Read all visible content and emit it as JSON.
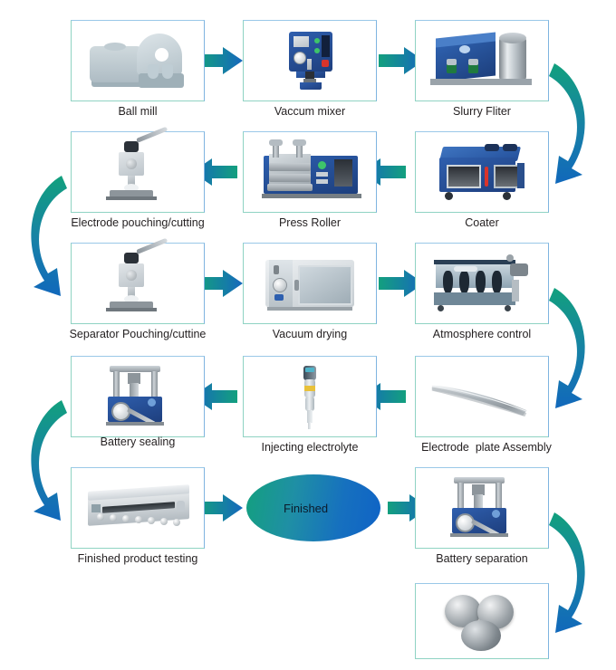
{
  "diagram": {
    "title": "Battery Production Line Process Flow",
    "colors": {
      "arrow_start": "#13a07e",
      "arrow_end": "#1668bd",
      "box_border_green": "#8fd3c3",
      "box_border_blue": "#7fb4e0",
      "label_text": "#231f20",
      "oval_gradient_start": "#13a07e",
      "oval_gradient_end": "#0f63c6"
    },
    "background": "#ffffff"
  },
  "nodes": [
    {
      "id": "ball-mill",
      "label": "Ball mill",
      "row": 1,
      "col": 1,
      "icon": "ball-mill-machine"
    },
    {
      "id": "vaccum-mixer",
      "label": "Vaccum mixer",
      "row": 1,
      "col": 2,
      "icon": "vacuum-mixer-machine"
    },
    {
      "id": "slurry-fliter",
      "label": "Slurry Fliter",
      "row": 1,
      "col": 3,
      "icon": "slurry-filter-machine"
    },
    {
      "id": "coater",
      "label": "Coater",
      "row": 2,
      "col": 3,
      "icon": "coater-machine"
    },
    {
      "id": "press-roller",
      "label": "Press Roller",
      "row": 2,
      "col": 2,
      "icon": "press-roller-machine"
    },
    {
      "id": "electrode-pouching",
      "label": "Electrode pouching/cutting",
      "row": 2,
      "col": 1,
      "icon": "punching-press-machine"
    },
    {
      "id": "separator-pouching",
      "label": "Separator Pouching/cuttine",
      "row": 3,
      "col": 1,
      "icon": "punching-press-machine"
    },
    {
      "id": "vacuum-drying",
      "label": "Vacuum drying",
      "row": 3,
      "col": 2,
      "icon": "vacuum-oven-machine"
    },
    {
      "id": "atmosphere-control",
      "label": "Atmosphere control",
      "row": 3,
      "col": 3,
      "icon": "glovebox-machine"
    },
    {
      "id": "electrode-plate-assembly",
      "label": "Electrode  plate Assembly",
      "row": 4,
      "col": 3,
      "icon": "tweezers"
    },
    {
      "id": "injecting-electrolyte",
      "label": "Injecting electrolyte",
      "row": 4,
      "col": 2,
      "icon": "pipette"
    },
    {
      "id": "battery-sealing",
      "label": "Battery sealing",
      "row": 4,
      "col": 1,
      "icon": "hydraulic-crimper-machine"
    },
    {
      "id": "finished-product-testing",
      "label": "Finished product testing",
      "row": 5,
      "col": 1,
      "icon": "rack-tester"
    },
    {
      "id": "finished",
      "label": "Finished",
      "row": 5,
      "col": 2,
      "icon": "oval-terminator"
    },
    {
      "id": "battery-separation",
      "label": "Battery separation",
      "row": 5,
      "col": 3,
      "icon": "hydraulic-crimper-machine"
    },
    {
      "id": "coin-cells",
      "label": "",
      "row": 6,
      "col": 3,
      "icon": "coin-cell-batteries"
    }
  ],
  "connectors": [
    {
      "id": "c1",
      "from": "ball-mill",
      "to": "vaccum-mixer",
      "shape": "straight",
      "direction": "right"
    },
    {
      "id": "c2",
      "from": "vaccum-mixer",
      "to": "slurry-fliter",
      "shape": "straight",
      "direction": "right"
    },
    {
      "id": "c3",
      "from": "slurry-fliter",
      "to": "coater",
      "shape": "curve",
      "direction": "down-right"
    },
    {
      "id": "c4",
      "from": "coater",
      "to": "press-roller",
      "shape": "straight",
      "direction": "left"
    },
    {
      "id": "c5",
      "from": "press-roller",
      "to": "electrode-pouching",
      "shape": "straight",
      "direction": "left"
    },
    {
      "id": "c6",
      "from": "electrode-pouching",
      "to": "separator-pouching",
      "shape": "curve",
      "direction": "down-left"
    },
    {
      "id": "c7",
      "from": "separator-pouching",
      "to": "vacuum-drying",
      "shape": "straight",
      "direction": "right"
    },
    {
      "id": "c8",
      "from": "vacuum-drying",
      "to": "atmosphere-control",
      "shape": "straight",
      "direction": "right"
    },
    {
      "id": "c9",
      "from": "atmosphere-control",
      "to": "electrode-plate-assembly",
      "shape": "curve",
      "direction": "down-right"
    },
    {
      "id": "c10",
      "from": "electrode-plate-assembly",
      "to": "injecting-electrolyte",
      "shape": "straight",
      "direction": "left"
    },
    {
      "id": "c11",
      "from": "injecting-electrolyte",
      "to": "battery-sealing",
      "shape": "straight",
      "direction": "left"
    },
    {
      "id": "c12",
      "from": "battery-sealing",
      "to": "finished-product-testing",
      "shape": "curve",
      "direction": "down-left"
    },
    {
      "id": "c13",
      "from": "finished-product-testing",
      "to": "finished",
      "shape": "straight",
      "direction": "right"
    },
    {
      "id": "c14",
      "from": "finished",
      "to": "battery-separation",
      "shape": "straight",
      "direction": "right"
    },
    {
      "id": "c15",
      "from": "battery-separation",
      "to": "coin-cells",
      "shape": "curve",
      "direction": "down-right"
    }
  ]
}
